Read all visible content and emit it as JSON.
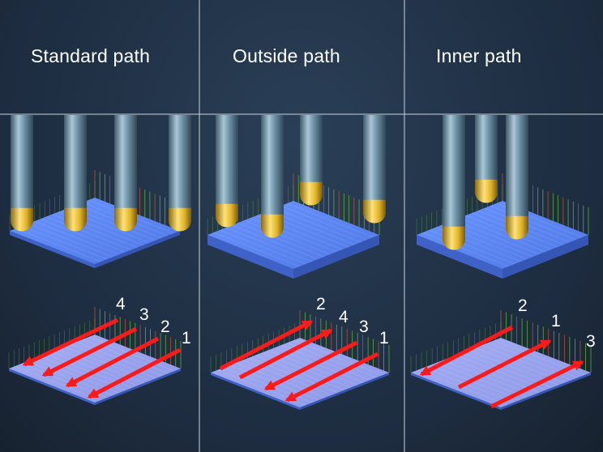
{
  "panels": [
    {
      "title": "Standard path",
      "order_labels": [
        "4",
        "3",
        "2",
        "1"
      ]
    },
    {
      "title": "Outside path",
      "order_labels": [
        "2",
        "4",
        "3",
        "1"
      ]
    },
    {
      "title": "Inner path",
      "order_labels": [
        "2",
        "1",
        "3"
      ]
    }
  ],
  "colors": {
    "background": "#22344a",
    "divider": "#c9d3de",
    "plate": "#5b86f0",
    "plate_light": "#9aa6ee",
    "toolpath_green": "#6bbf3a",
    "toolpath_red": "#c9573a",
    "tool_shank": "#6f93a8",
    "tool_tip": "#e0b42a",
    "arrow": "#ff1a1a"
  },
  "icons": [
    "ball-end-mill-icon",
    "direction-arrow-icon"
  ]
}
